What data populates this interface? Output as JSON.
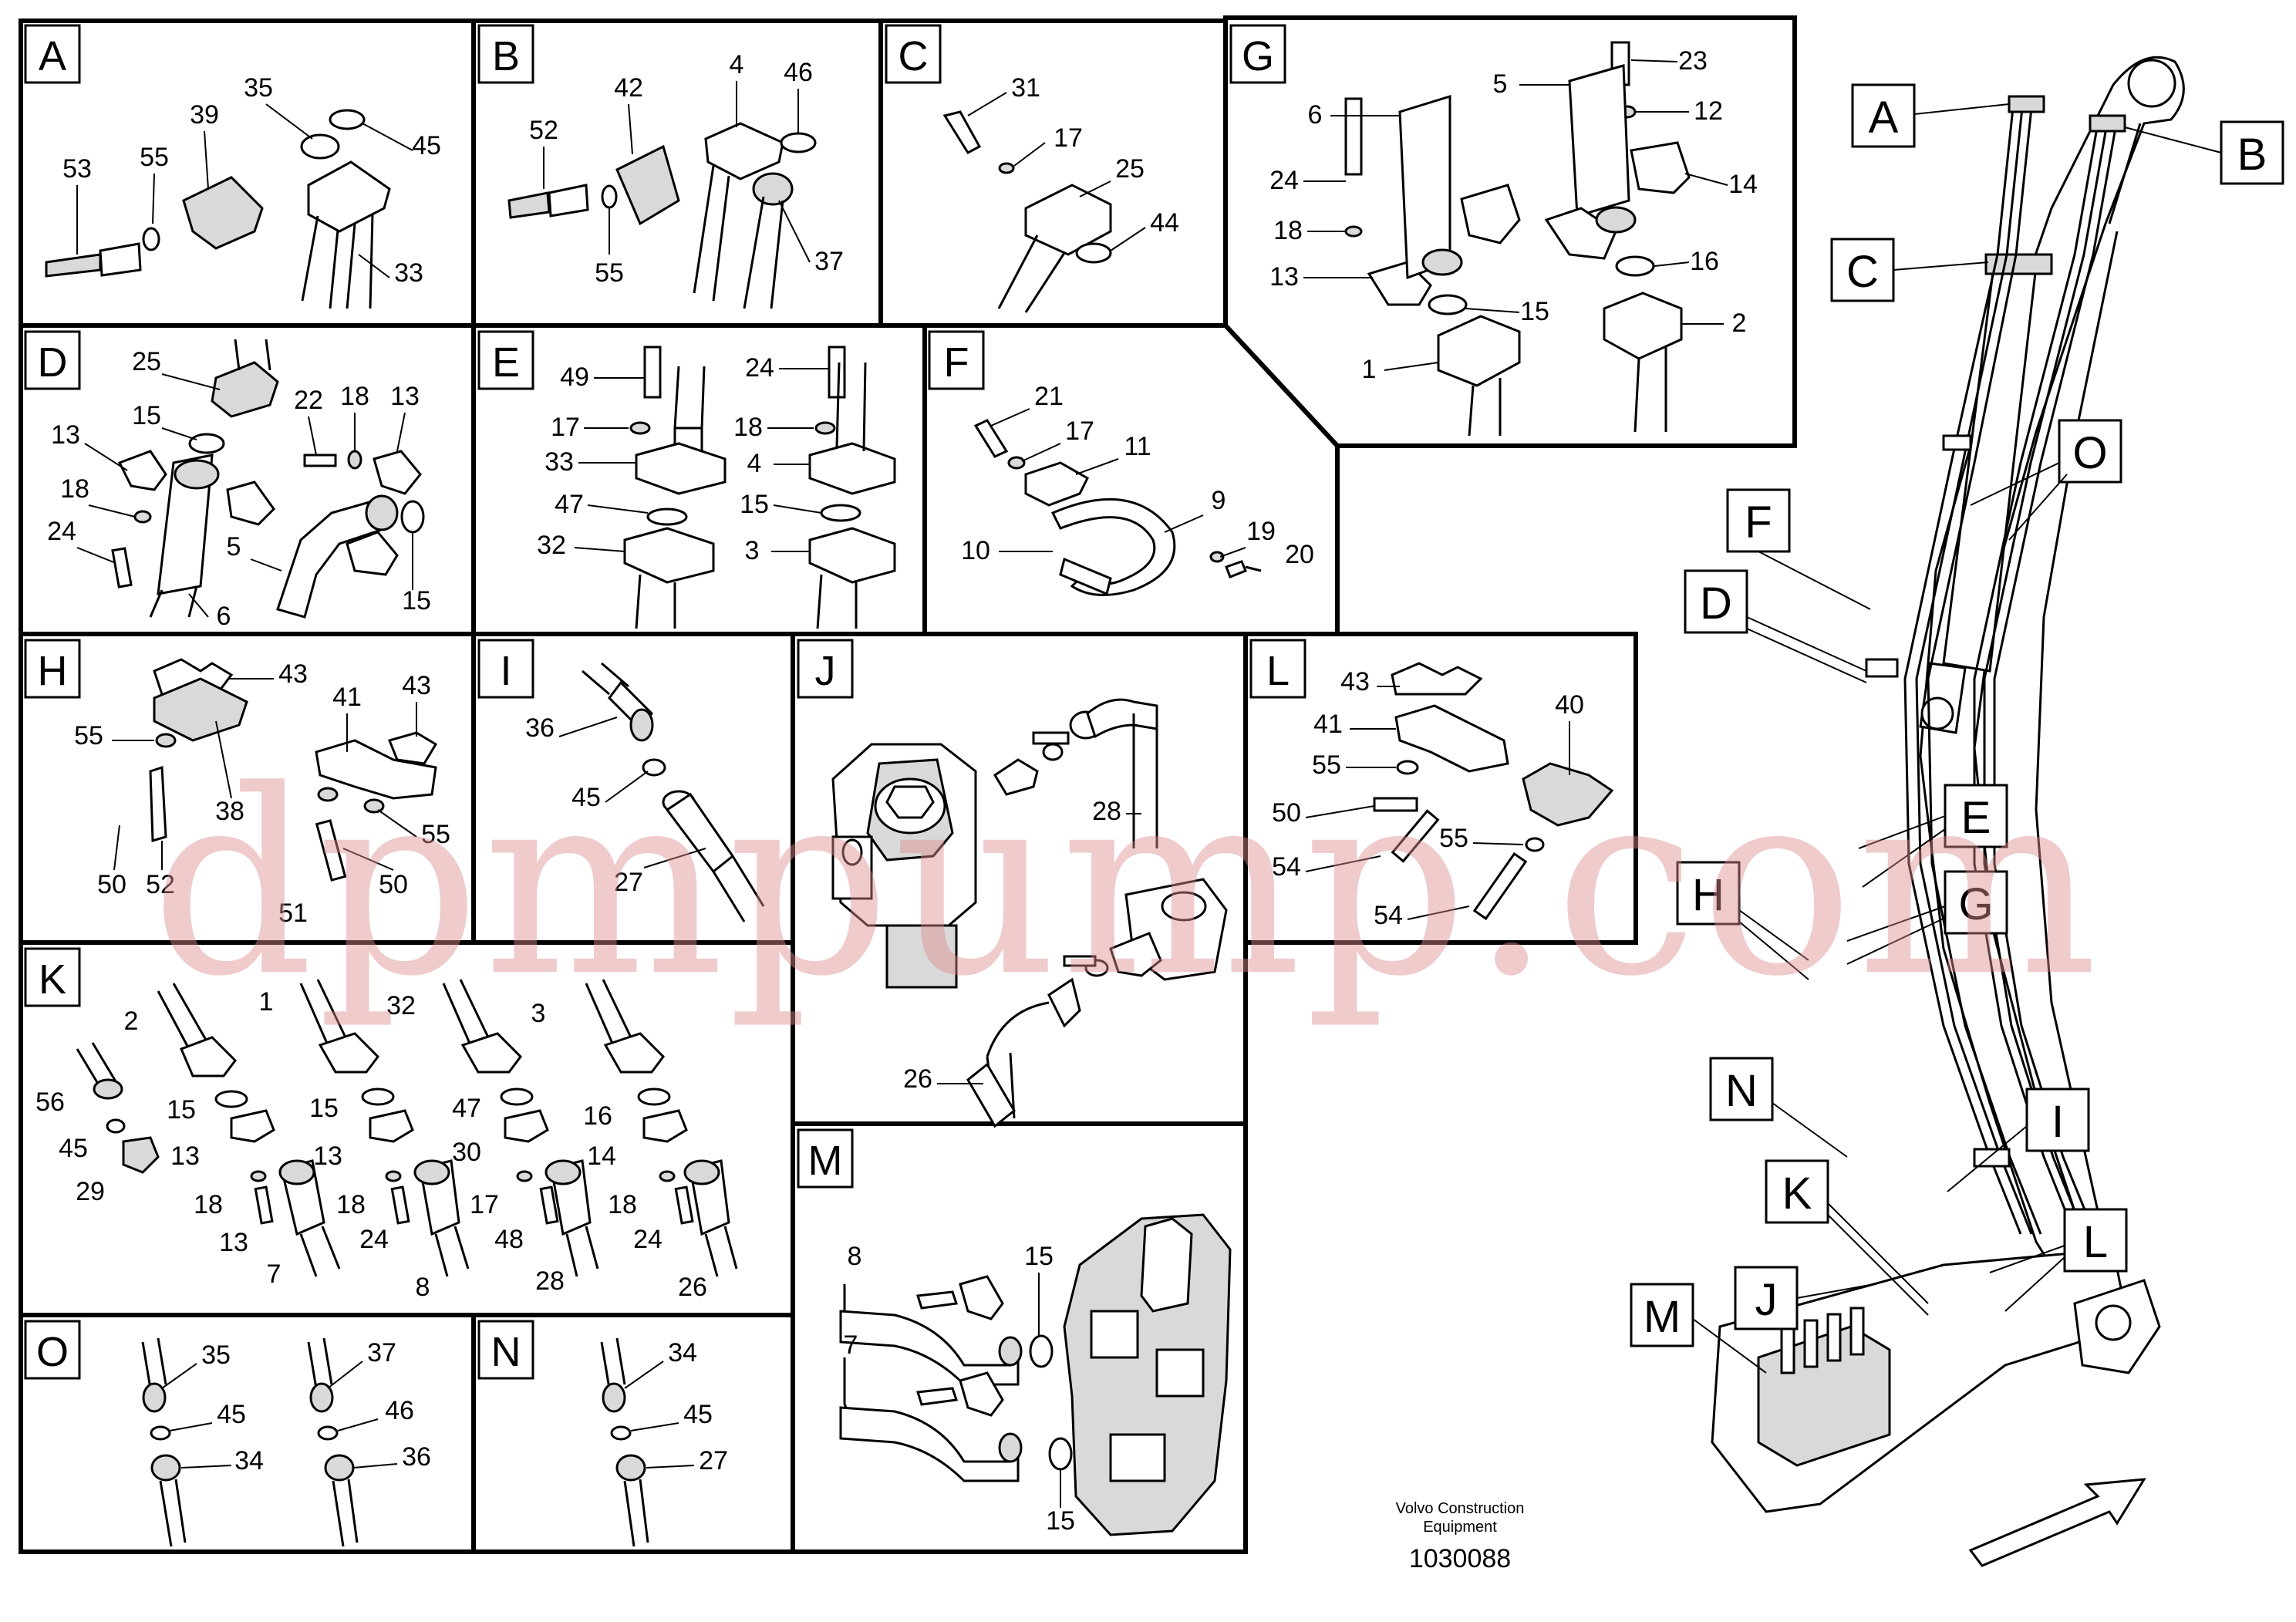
{
  "document": {
    "publisher_line1": "Volvo Construction",
    "publisher_line2": "Equipment",
    "drawing_number": "1030088",
    "watermark": "dpmpump.com"
  },
  "panels": [
    {
      "id": "A",
      "parts": [
        "53",
        "55",
        "39",
        "35",
        "45",
        "33"
      ]
    },
    {
      "id": "B",
      "parts": [
        "52",
        "42",
        "4",
        "46",
        "55",
        "37"
      ]
    },
    {
      "id": "C",
      "parts": [
        "31",
        "17",
        "25",
        "44"
      ]
    },
    {
      "id": "G",
      "parts": [
        "23",
        "5",
        "12",
        "6",
        "24",
        "14",
        "18",
        "13",
        "16",
        "15",
        "2",
        "1"
      ]
    },
    {
      "id": "D",
      "parts": [
        "25",
        "15",
        "22",
        "18",
        "13",
        "13",
        "18",
        "24",
        "5",
        "6",
        "15"
      ]
    },
    {
      "id": "E",
      "parts": [
        "49",
        "24",
        "17",
        "18",
        "33",
        "4",
        "47",
        "15",
        "32",
        "3"
      ]
    },
    {
      "id": "F",
      "parts": [
        "21",
        "17",
        "11",
        "9",
        "10",
        "19",
        "20"
      ]
    },
    {
      "id": "H",
      "parts": [
        "43",
        "41",
        "43",
        "55",
        "38",
        "55",
        "50",
        "52",
        "51",
        "50"
      ]
    },
    {
      "id": "I",
      "parts": [
        "36",
        "45",
        "27"
      ]
    },
    {
      "id": "J",
      "parts": [
        "28",
        "26"
      ]
    },
    {
      "id": "L",
      "parts": [
        "43",
        "40",
        "41",
        "55",
        "50",
        "54",
        "55",
        "54"
      ]
    },
    {
      "id": "K",
      "parts": [
        "2",
        "1",
        "32",
        "3",
        "56",
        "15",
        "15",
        "47",
        "16",
        "45",
        "13",
        "13",
        "30",
        "14",
        "29",
        "18",
        "18",
        "17",
        "18",
        "13",
        "24",
        "48",
        "24",
        "7",
        "8",
        "28",
        "26"
      ]
    },
    {
      "id": "M",
      "parts": [
        "8",
        "15",
        "7",
        "15"
      ]
    },
    {
      "id": "O",
      "parts": [
        "35",
        "37",
        "45",
        "46",
        "34",
        "36"
      ]
    },
    {
      "id": "N",
      "parts": [
        "34",
        "45",
        "27"
      ]
    }
  ],
  "overview_callouts": [
    "A",
    "B",
    "C",
    "O",
    "F",
    "D",
    "E",
    "H",
    "G",
    "N",
    "I",
    "K",
    "L",
    "J",
    "M"
  ]
}
